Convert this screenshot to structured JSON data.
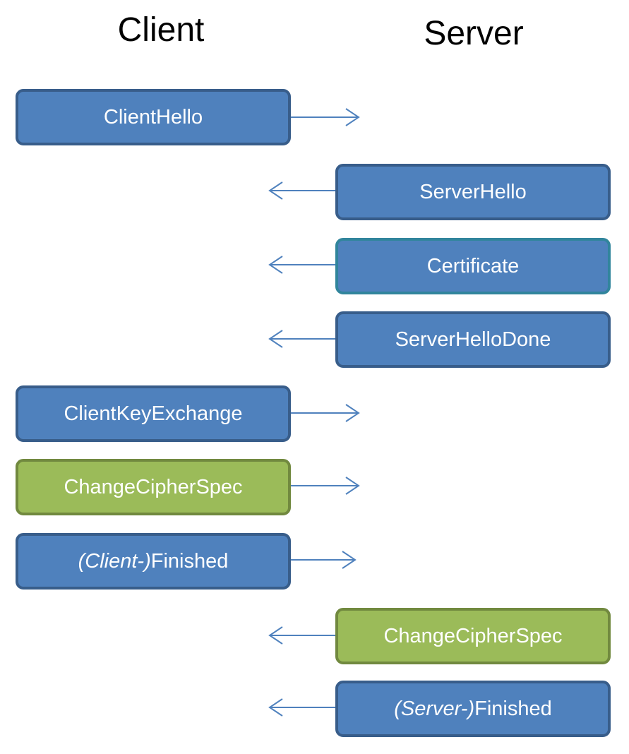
{
  "columns": {
    "client": "Client",
    "server": "Server"
  },
  "colors": {
    "blue_fill": "#4f81bd",
    "blue_border": "#385d8a",
    "green_fill": "#9bbb59",
    "green_border": "#71893f",
    "arrow": "#4f81bd"
  },
  "messages": [
    {
      "id": "client-hello",
      "side": "client",
      "direction": "to-server",
      "style": "blue",
      "label": "ClientHello"
    },
    {
      "id": "server-hello",
      "side": "server",
      "direction": "to-client",
      "style": "blue",
      "label": "ServerHello"
    },
    {
      "id": "certificate",
      "side": "server",
      "direction": "to-client",
      "style": "blue",
      "label": "Certificate"
    },
    {
      "id": "server-hello-done",
      "side": "server",
      "direction": "to-client",
      "style": "blue",
      "label": "ServerHelloDone"
    },
    {
      "id": "client-key-exchange",
      "side": "client",
      "direction": "to-server",
      "style": "blue",
      "label": "ClientKeyExchange"
    },
    {
      "id": "client-change-cipher-spec",
      "side": "client",
      "direction": "to-server",
      "style": "green",
      "label": "ChangeCipherSpec"
    },
    {
      "id": "client-finished",
      "side": "client",
      "direction": "to-server",
      "style": "blue",
      "label_prefix": "(Client-)",
      "label": "Finished"
    },
    {
      "id": "server-change-cipher-spec",
      "side": "server",
      "direction": "to-client",
      "style": "green",
      "label": "ChangeCipherSpec"
    },
    {
      "id": "server-finished",
      "side": "server",
      "direction": "to-client",
      "style": "blue",
      "label_prefix": "(Server-)",
      "label": "Finished"
    }
  ]
}
